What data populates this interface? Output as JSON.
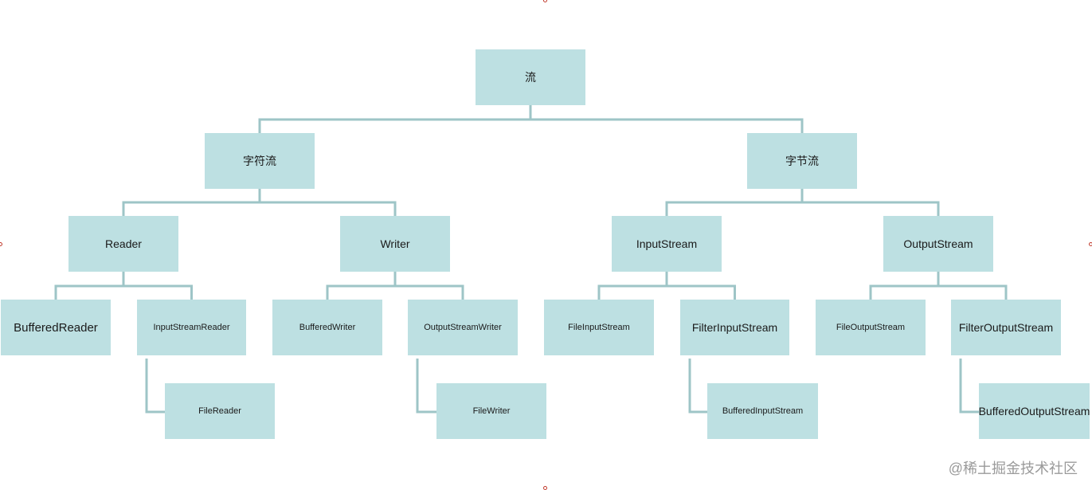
{
  "colors": {
    "node_fill": "#bde0e2",
    "connector": "#9ec5c7"
  },
  "nodes": {
    "root": "流",
    "char_stream": "字符流",
    "byte_stream": "字节流",
    "reader": "Reader",
    "writer": "Writer",
    "input_stream": "InputStream",
    "output_stream": "OutputStream",
    "buffered_reader": "BufferedReader",
    "input_stream_reader": "InputStreamReader",
    "buffered_writer": "BufferedWriter",
    "output_stream_writer": "OutputStreamWriter",
    "file_input_stream": "FileInputStream",
    "filter_input_stream": "FilterInputStream",
    "file_output_stream": "FileOutputStream",
    "filter_output_stream": "FilterOutputStream",
    "file_reader": "FileReader",
    "file_writer": "FileWriter",
    "buffered_input_stream": "BufferedInputStream",
    "buffered_output_stream": "BufferedOutputStream"
  },
  "watermark": "@稀土掘金技术社区"
}
